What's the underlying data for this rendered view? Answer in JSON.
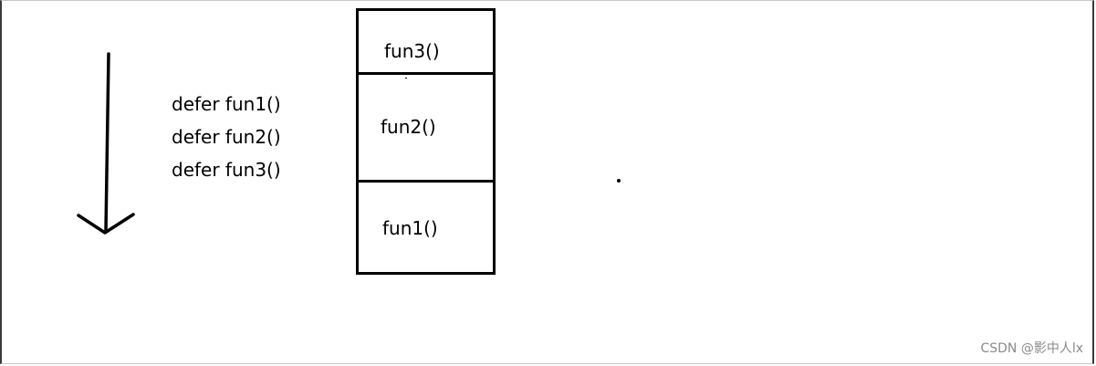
{
  "defer_statements": [
    "defer fun1()",
    "defer fun2()",
    "defer fun3()"
  ],
  "stack": {
    "top": "fun3()",
    "middle": "fun2()",
    "bottom": "fun1()"
  },
  "watermark": "CSDN @影中人lx",
  "colors": {
    "ink": "#000000",
    "watermark": "#8a8a8a",
    "background": "#ffffff"
  }
}
